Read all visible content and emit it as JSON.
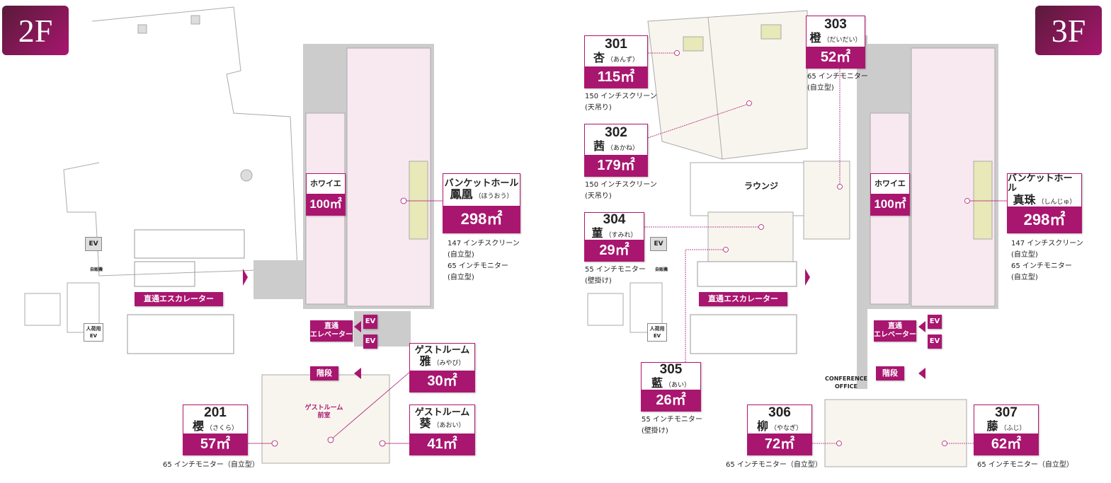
{
  "colors": {
    "accent": "#a8166f",
    "banquet_fill": "#f8e8f0",
    "room_fill": "#f8f5ee",
    "screen_fill": "#e8e8b8"
  },
  "floors": [
    {
      "badge": "2F",
      "foyer": {
        "title": "ホワイエ",
        "area": "100㎡"
      },
      "banquet": {
        "title": "バンケットホール",
        "name": "鳳凰",
        "reading": "（ほうおう）",
        "area": "298㎡",
        "notes": "147 インチスクリーン\n(自立型)\n65 インチモニター\n(自立型)"
      },
      "guest_miyabi": {
        "title": "ゲストルーム",
        "name": "雅",
        "reading": "（みやび）",
        "area": "30㎡"
      },
      "guest_aoi": {
        "title": "ゲストルーム",
        "name": "葵",
        "reading": "（あおい）",
        "area": "41㎡"
      },
      "room201": {
        "number": "201",
        "name": "櫻",
        "reading": "（さくら）",
        "area": "57㎡",
        "notes": "65 インチモニター（自立型）"
      },
      "anteroom": "ゲストルーム\n前室",
      "escalator": "直通エスカレーター",
      "elevator": "直通\nエレベーター",
      "stairs": "階段",
      "ev": "EV",
      "vending": "自販機",
      "freight_ev": "人荷用\nEV"
    },
    {
      "badge": "3F",
      "room301": {
        "number": "301",
        "name": "杏",
        "reading": "（あんず）",
        "area": "115㎡",
        "notes": "150 インチスクリーン\n(天吊り)"
      },
      "room302": {
        "number": "302",
        "name": "茜",
        "reading": "（あかね）",
        "area": "179㎡",
        "notes": "150 インチスクリーン\n(天吊り)"
      },
      "room303": {
        "number": "303",
        "name": "橙",
        "reading": "（だいだい）",
        "area": "52㎡",
        "notes": "65 インチモニター\n(自立型)"
      },
      "room304": {
        "number": "304",
        "name": "菫",
        "reading": "（すみれ）",
        "area": "29㎡",
        "notes": "55 インチモニター\n(壁掛け)"
      },
      "room305": {
        "number": "305",
        "name": "藍",
        "reading": "（あい）",
        "area": "26㎡",
        "notes": "55 インチモニター\n(壁掛け)"
      },
      "room306": {
        "number": "306",
        "name": "柳",
        "reading": "（やなぎ）",
        "area": "72㎡",
        "notes": "65 インチモニター（自立型）"
      },
      "room307": {
        "number": "307",
        "name": "藤",
        "reading": "（ふじ）",
        "area": "62㎡",
        "notes": "65 インチモニター（自立型）"
      },
      "lounge": "ラウンジ",
      "foyer": {
        "title": "ホワイエ",
        "area": "100㎡"
      },
      "banquet": {
        "title": "バンケットホール",
        "name": "真珠",
        "reading": "（しんじゅ）",
        "area": "298㎡",
        "notes": "147 インチスクリーン\n(自立型)\n65 インチモニター\n(自立型)"
      },
      "conference_office": "CONFERENCE\nOFFICE",
      "escalator": "直通エスカレーター",
      "elevator": "直通\nエレベーター",
      "stairs": "階段",
      "ev": "EV",
      "vending": "自販機",
      "freight_ev": "人荷用\nEV"
    }
  ]
}
